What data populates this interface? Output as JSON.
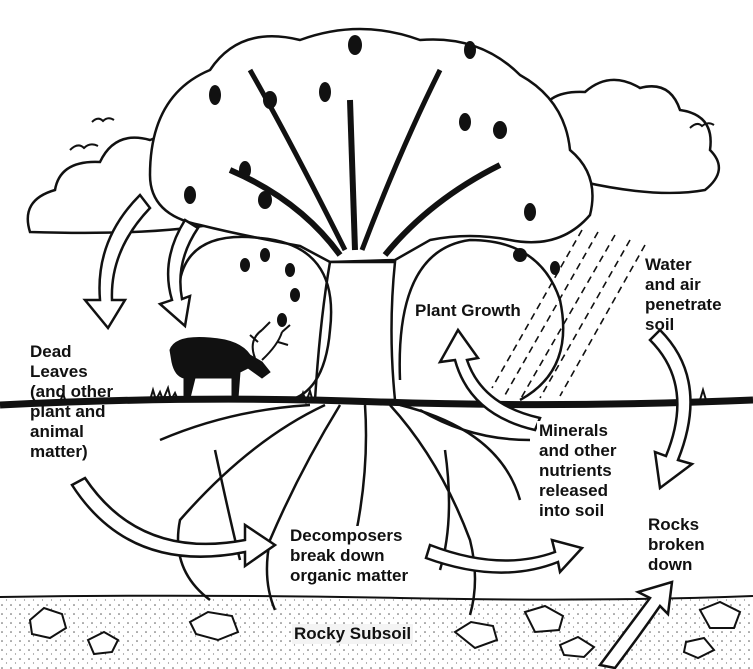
{
  "diagram": {
    "labels": {
      "dead_leaves": "Dead\nLeaves\n(and other\nplant and\nanimal\nmatter)",
      "plant_growth": "Plant Growth",
      "water_air": "Water\nand air\npenetrate\nsoil",
      "minerals": "Minerals\nand other\nnutrients\nreleased\ninto soil",
      "decomposers": "Decomposers\nbreak down\norganic matter",
      "rocks_broken": "Rocks\nbroken\ndown",
      "rocky_subsoil": "Rocky Subsoil"
    },
    "colors": {
      "ink": "#111111",
      "paper": "#ffffff",
      "subsoil": "#f4f4f4"
    },
    "icons": [
      "tree-icon",
      "cloud-icon",
      "deer-icon",
      "bird-icon",
      "leaf-icon",
      "rain-icon",
      "rock-icon",
      "arrow-icon"
    ]
  }
}
